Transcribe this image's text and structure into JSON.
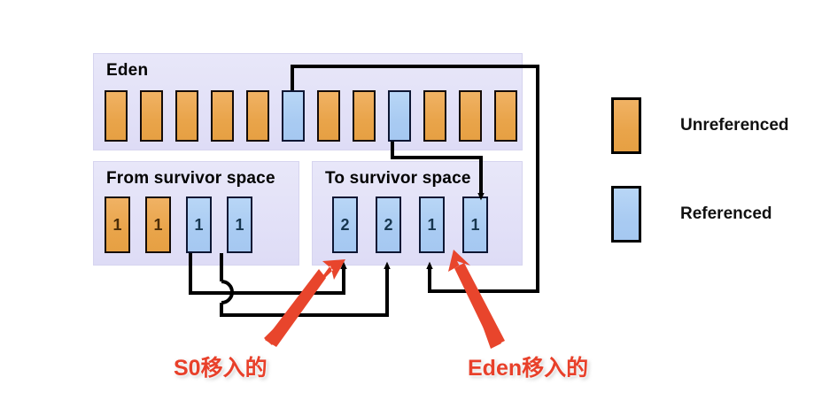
{
  "diagram": {
    "title_hidden": "",
    "colors": {
      "unreferenced": "#e9a44a",
      "referenced": "#a9cbf2",
      "panel": "#e4e3f8",
      "outline": "#140b08",
      "annotation": "#e8402a"
    }
  },
  "eden": {
    "label": "Eden",
    "blocks": [
      {
        "state": "unreferenced",
        "value": ""
      },
      {
        "state": "unreferenced",
        "value": ""
      },
      {
        "state": "unreferenced",
        "value": ""
      },
      {
        "state": "unreferenced",
        "value": ""
      },
      {
        "state": "unreferenced",
        "value": ""
      },
      {
        "state": "referenced",
        "value": ""
      },
      {
        "state": "unreferenced",
        "value": ""
      },
      {
        "state": "unreferenced",
        "value": ""
      },
      {
        "state": "referenced",
        "value": ""
      },
      {
        "state": "unreferenced",
        "value": ""
      },
      {
        "state": "unreferenced",
        "value": ""
      },
      {
        "state": "unreferenced",
        "value": ""
      }
    ]
  },
  "from_survivor": {
    "label": "From survivor  space",
    "blocks": [
      {
        "state": "unreferenced",
        "value": "1"
      },
      {
        "state": "unreferenced",
        "value": "1"
      },
      {
        "state": "referenced",
        "value": "1"
      },
      {
        "state": "referenced",
        "value": "1"
      }
    ]
  },
  "to_survivor": {
    "label": "To survivor  space",
    "blocks": [
      {
        "state": "referenced",
        "value": "2"
      },
      {
        "state": "referenced",
        "value": "2"
      },
      {
        "state": "referenced",
        "value": "1"
      },
      {
        "state": "referenced",
        "value": "1"
      }
    ]
  },
  "legend": {
    "items": [
      {
        "swatch": "unreferenced",
        "label": "Unreferenced"
      },
      {
        "swatch": "referenced",
        "label": "Referenced"
      }
    ]
  },
  "annotations": [
    {
      "text": "S0移入的",
      "points_to": "to-survivor-block-1"
    },
    {
      "text": "Eden移入的",
      "points_to": "to-survivor-block-4"
    }
  ]
}
